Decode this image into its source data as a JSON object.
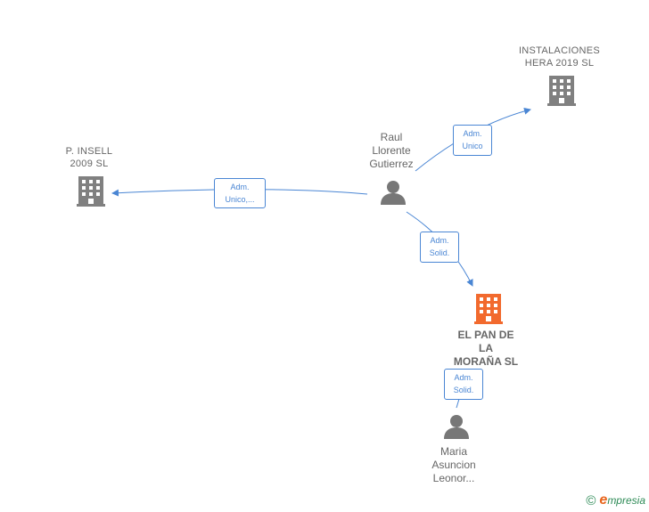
{
  "nodes": {
    "instalaciones": {
      "line1": "INSTALACIONES",
      "line2": "HERA 2019  SL"
    },
    "insell": {
      "line1": "P. INSELL",
      "line2": "2009  SL"
    },
    "raul": {
      "line1": "Raul",
      "line2": "Llorente",
      "line3": "Gutierrez"
    },
    "pan": {
      "line1": "EL PAN DE",
      "line2": "LA",
      "line3": "MORAÑA  SL"
    },
    "maria": {
      "line1": "Maria",
      "line2": "Asuncion",
      "line3": "Leonor..."
    }
  },
  "edges": {
    "raul_insell": {
      "line1": "Adm.",
      "line2": "Unico,..."
    },
    "raul_instalaciones": {
      "line1": "Adm.",
      "line2": "Unico"
    },
    "raul_pan": {
      "line1": "Adm.",
      "line2": "Solid."
    },
    "maria_pan": {
      "line1": "Adm.",
      "line2": "Solid."
    }
  },
  "colors": {
    "company": "#808080",
    "highlight_company": "#f26a2e",
    "person": "#777777",
    "edge": "#4a86d4"
  },
  "footer": {
    "copyright": "©",
    "brand_initial": "e",
    "brand_rest": "mpresia"
  }
}
